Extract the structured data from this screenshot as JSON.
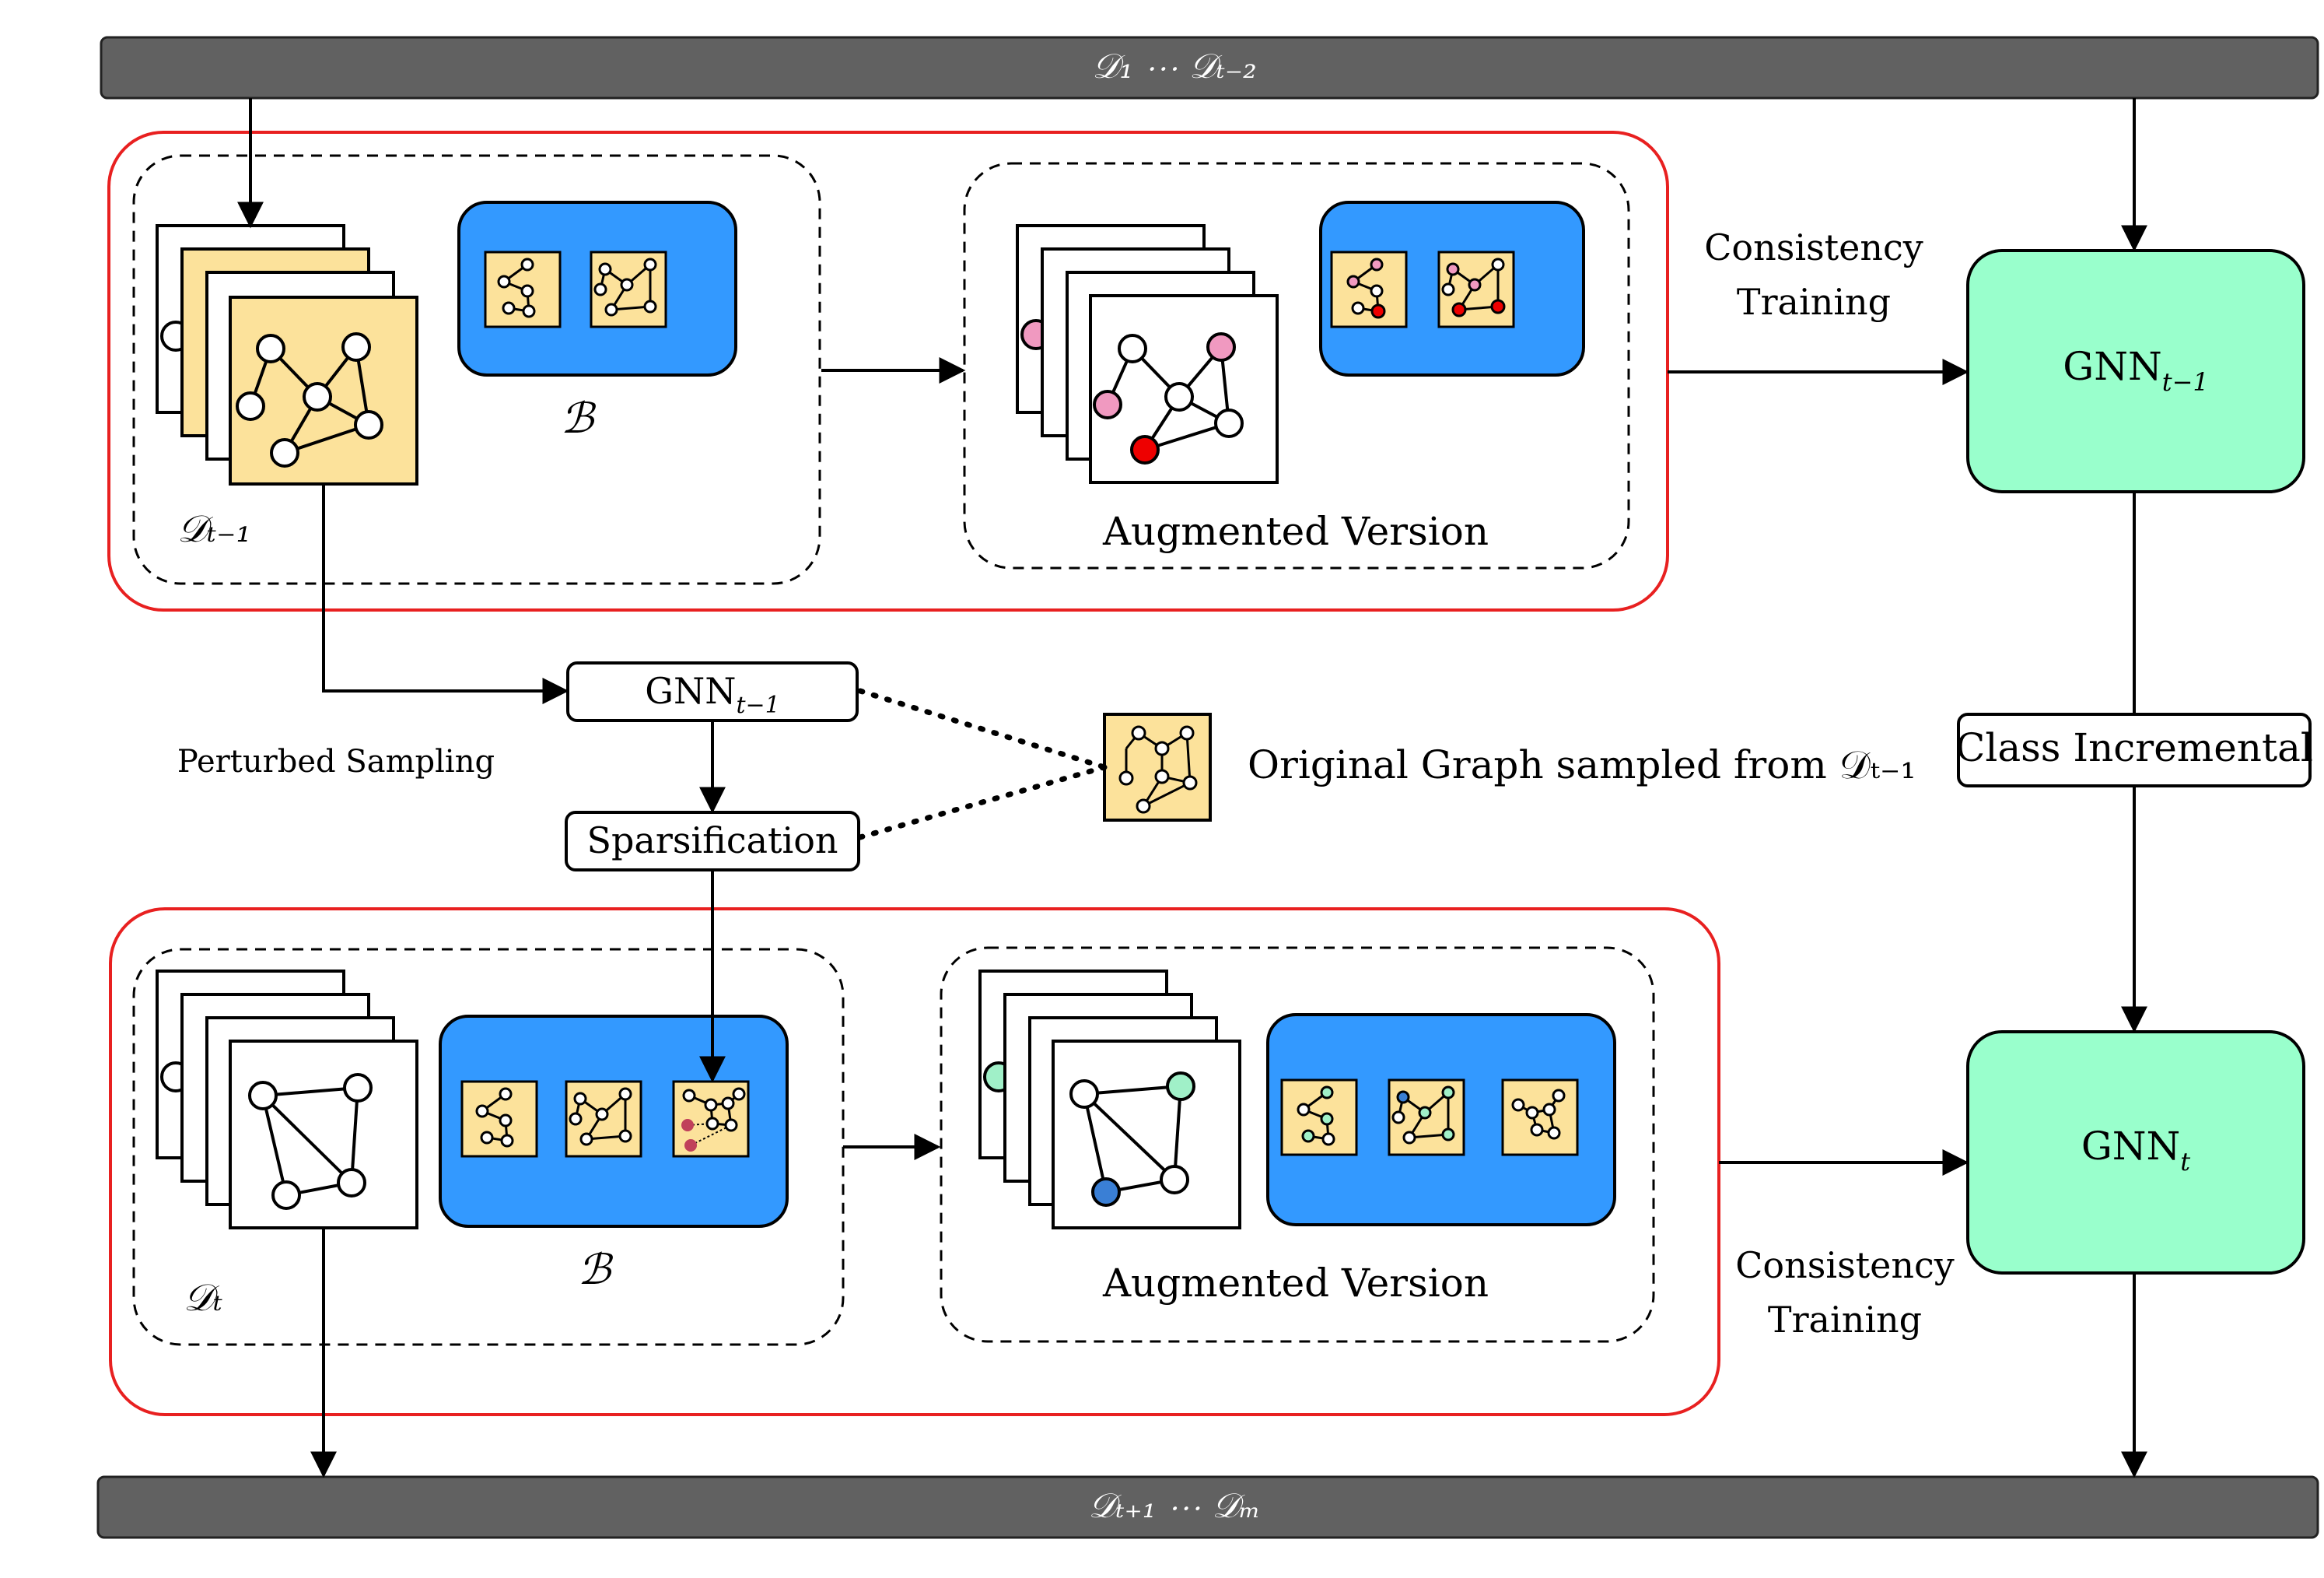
{
  "top_bar": {
    "label": "𝒟₁ ⋯ 𝒟ₜ₋₂"
  },
  "bottom_bar": {
    "label": "𝒟ₜ₊₁ ⋯ 𝒟ₘ"
  },
  "previous_task": {
    "dataset_label": "𝒟ₜ₋₁",
    "buffer_label": "ℬ",
    "augmented_label": "Augmented Version"
  },
  "current_task": {
    "dataset_label": "𝒟ₜ",
    "buffer_label": "ℬ",
    "augmented_label": "Augmented Version"
  },
  "consistency_training_top": {
    "line1": "Consistency",
    "line2": "Training"
  },
  "consistency_training_bottom": {
    "line1": "Consistency",
    "line2": "Training"
  },
  "gnn_previous": {
    "label": "GNN",
    "subscript": "t−1"
  },
  "gnn_current": {
    "label": "GNN",
    "subscript": "t"
  },
  "gnn_sampler": {
    "label": "GNN",
    "subscript": "t−1"
  },
  "sparsification": {
    "label": "Sparsification"
  },
  "perturbed_sampling": {
    "label": "Perturbed Sampling"
  },
  "original_graph": {
    "label": "Original Graph sampled from 𝒟ₜ₋₁"
  },
  "class_incremental": {
    "label": "Class Incremental"
  },
  "colors": {
    "bar": "#616161",
    "task_border": "#e82020",
    "buffer_fill": "#3399ff",
    "graph_card_yellow": "#fce29b",
    "gnn_fill": "#99ffcc",
    "node_pink": "#f099c0",
    "node_red": "#ee0000",
    "node_teal": "#a0f0c8",
    "node_blue": "#3a7fd5"
  }
}
